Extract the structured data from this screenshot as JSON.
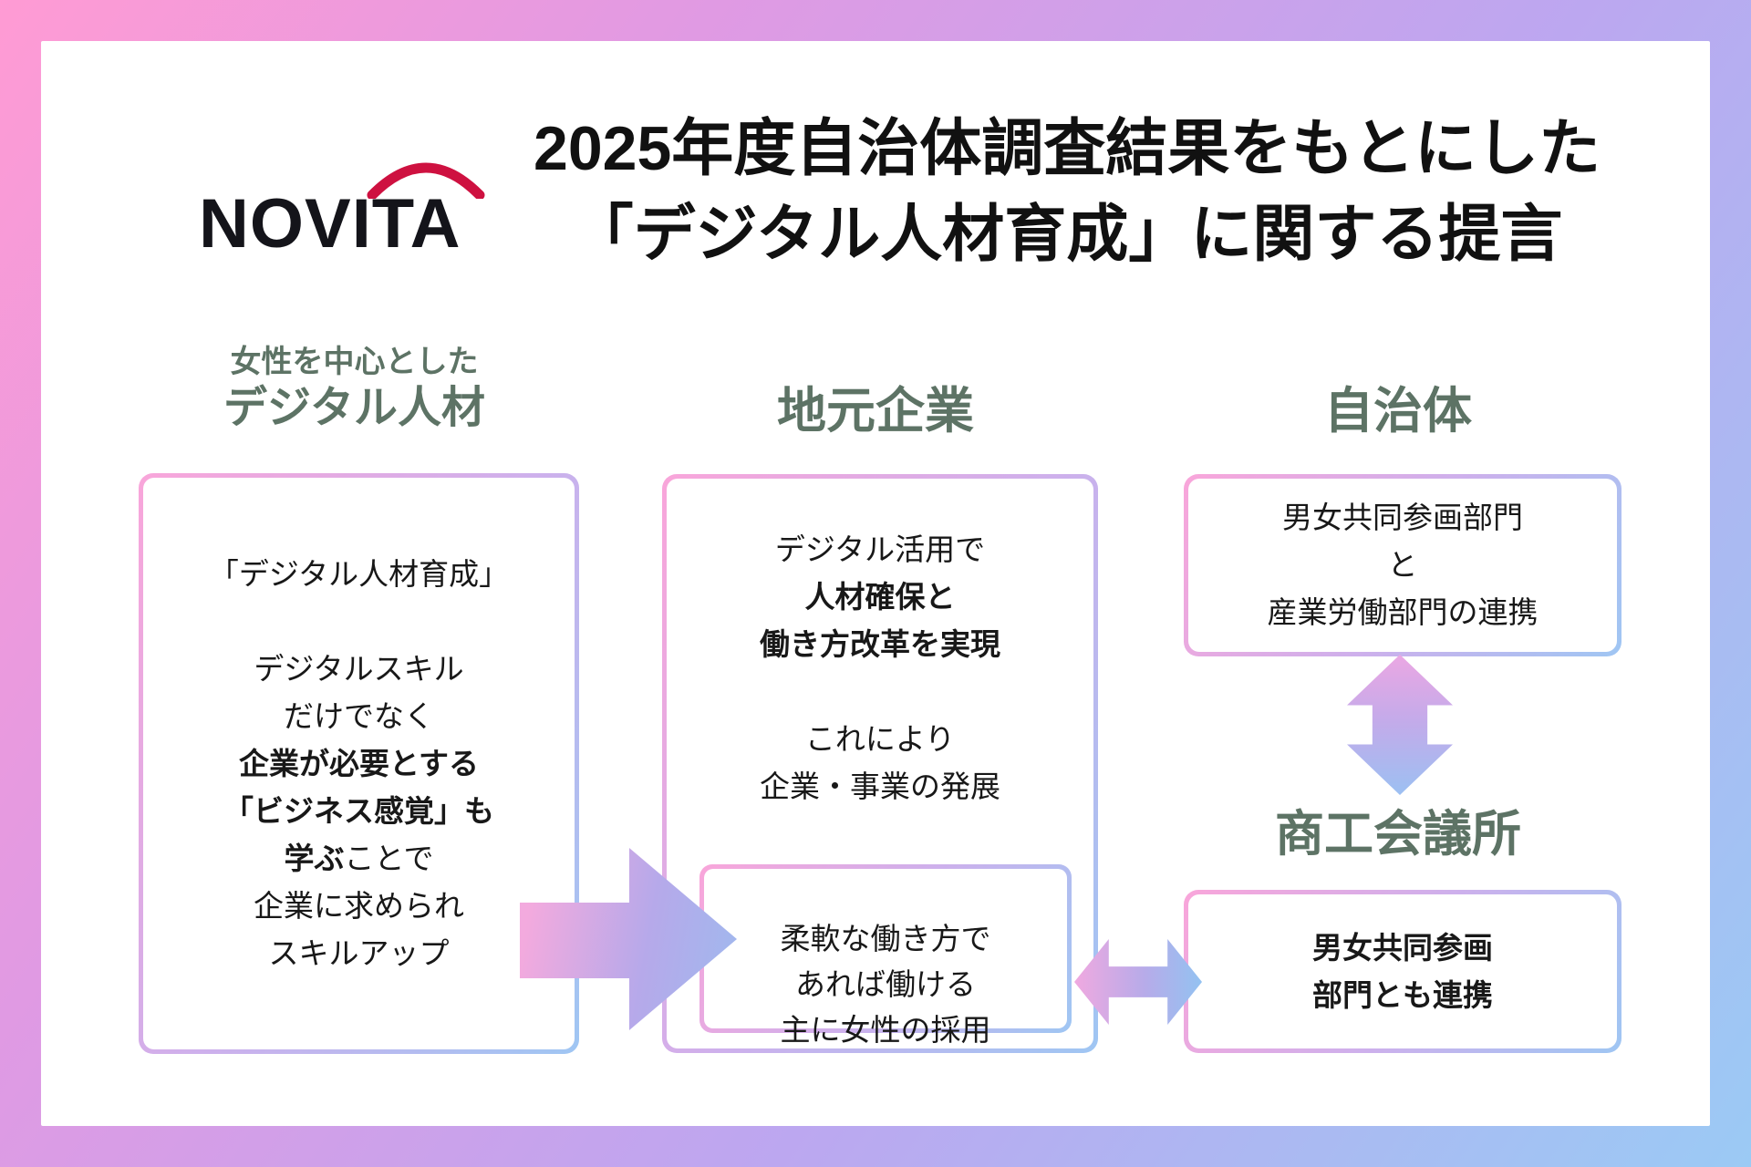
{
  "logo": {
    "text": "NOVITA"
  },
  "title": {
    "line1": "2025年度自治体調査結果をもとにした",
    "line2": "「デジタル人材育成」に関する提言"
  },
  "colors": {
    "frame_gradient": [
      "#ff9bd4",
      "#bca7f0",
      "#9bcaf4"
    ],
    "heading_green": "#5d7365",
    "logo_arc_red": "#ce1140",
    "box_border_gradient": [
      "#f9a6da",
      "#cdb0ec",
      "#9fc6f3"
    ],
    "arrow_gradient": [
      "#f3aade",
      "#9fb9ee"
    ],
    "text_black": "#181818"
  },
  "left_column": {
    "subheading": "女性を中心とした",
    "heading": "デジタル人材",
    "box_lines": [
      {
        "runs": [
          {
            "t": "「デジタル人材育成」"
          }
        ]
      },
      {
        "blank": true
      },
      {
        "runs": [
          {
            "t": "デジタルスキル"
          }
        ]
      },
      {
        "runs": [
          {
            "t": "だけでなく"
          }
        ]
      },
      {
        "runs": [
          {
            "t": "企業が必要とする",
            "b": true
          }
        ]
      },
      {
        "runs": [
          {
            "t": "「ビジネス感覚」も",
            "b": true
          }
        ]
      },
      {
        "runs": [
          {
            "t": "学ぶ",
            "b": true
          },
          {
            "t": "ことで"
          }
        ]
      },
      {
        "runs": [
          {
            "t": "企業に求められ"
          }
        ]
      },
      {
        "runs": [
          {
            "t": "スキルアップ"
          }
        ]
      }
    ]
  },
  "center_column": {
    "heading": "地元企業",
    "box_lines": [
      {
        "runs": [
          {
            "t": "デジタル活用で"
          }
        ]
      },
      {
        "runs": [
          {
            "t": "人材確保と",
            "b": true
          }
        ]
      },
      {
        "runs": [
          {
            "t": "働き方改革を実現",
            "b": true
          }
        ]
      },
      {
        "blank": true
      },
      {
        "runs": [
          {
            "t": "これにより"
          }
        ]
      },
      {
        "runs": [
          {
            "t": "企業・事業の発展"
          }
        ]
      }
    ],
    "inner_box_lines": [
      {
        "runs": [
          {
            "t": "柔軟な働き方で"
          }
        ]
      },
      {
        "runs": [
          {
            "t": "あれば働ける"
          }
        ]
      },
      {
        "runs": [
          {
            "t": "主に女性の採用"
          }
        ]
      }
    ]
  },
  "right_column": {
    "top_heading": "自治体",
    "top_box_lines": [
      {
        "runs": [
          {
            "t": "男女共同参画部門"
          }
        ]
      },
      {
        "runs": [
          {
            "t": "と"
          }
        ]
      },
      {
        "runs": [
          {
            "t": "産業労働部門の連携"
          }
        ]
      }
    ],
    "bottom_heading": "商工会議所",
    "bottom_box_lines": [
      {
        "runs": [
          {
            "t": "男女共同参画",
            "b": true
          }
        ]
      },
      {
        "runs": [
          {
            "t": "部門とも連携",
            "b": true
          }
        ]
      }
    ]
  }
}
